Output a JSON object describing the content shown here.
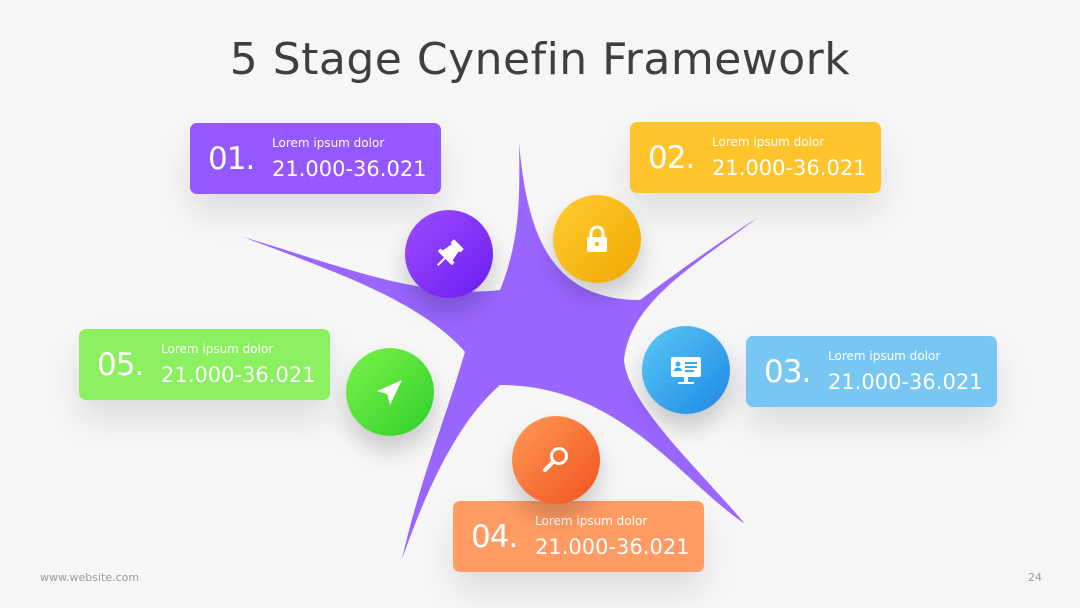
{
  "title": "5 Stage Cynefin Framework",
  "colors": {
    "star": "#9966ff",
    "stage1": "#9557ff",
    "stage2": "#ffc42b",
    "stage3": "#78c6f2",
    "stage4": "#ff9b63",
    "stage5": "#8af060"
  },
  "stages": [
    {
      "number": "01.",
      "label": "Lorem ipsum dolor",
      "value": "21.000-36.021",
      "icon": "pushpin-icon"
    },
    {
      "number": "02.",
      "label": "Lorem ipsum dolor",
      "value": "21.000-36.021",
      "icon": "lock-icon"
    },
    {
      "number": "03.",
      "label": "Lorem ipsum dolor",
      "value": "21.000-36.021",
      "icon": "monitor-profile-icon"
    },
    {
      "number": "04.",
      "label": "Lorem ipsum dolor",
      "value": "21.000-36.021",
      "icon": "magnifier-icon"
    },
    {
      "number": "05.",
      "label": "Lorem ipsum dolor",
      "value": "21.000-36.021",
      "icon": "paper-plane-icon"
    }
  ],
  "footer": {
    "website": "www.website.com",
    "page_number": "24"
  }
}
